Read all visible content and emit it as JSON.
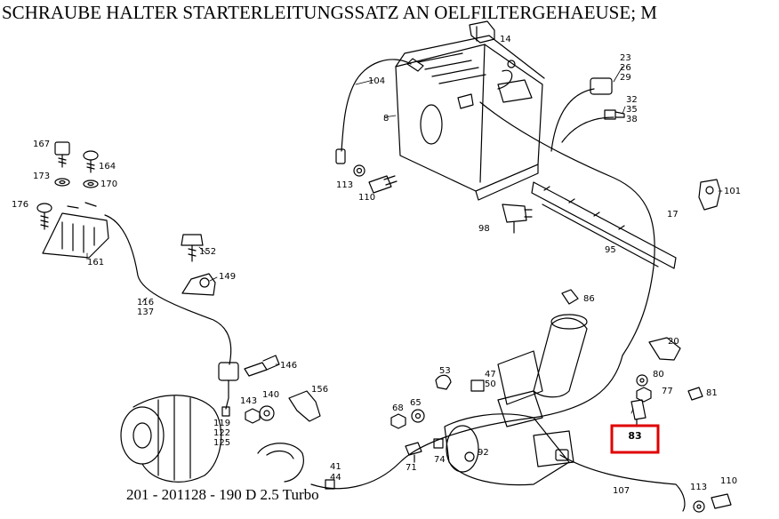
{
  "title": "SCHRAUBE HALTER STARTERLEITUNGSSATZ AN OELFILTERGEHAEUSE; M",
  "caption": "201 - 201128 - 190 D 2.5 Turbo",
  "highlight_color": "#e00000",
  "highlighted_part": "83",
  "parts": [
    {
      "id": "14",
      "text": "14"
    },
    {
      "id": "104",
      "text": "104"
    },
    {
      "id": "8",
      "text": "8"
    },
    {
      "id": "23",
      "text": "23"
    },
    {
      "id": "26",
      "text": "26"
    },
    {
      "id": "29",
      "text": "29"
    },
    {
      "id": "32",
      "text": "32"
    },
    {
      "id": "35",
      "text": "35"
    },
    {
      "id": "38",
      "text": "38"
    },
    {
      "id": "167",
      "text": "167"
    },
    {
      "id": "164",
      "text": "164"
    },
    {
      "id": "173",
      "text": "173"
    },
    {
      "id": "170",
      "text": "170"
    },
    {
      "id": "176",
      "text": "176"
    },
    {
      "id": "113a",
      "text": "113"
    },
    {
      "id": "110a",
      "text": "110"
    },
    {
      "id": "101",
      "text": "101"
    },
    {
      "id": "17",
      "text": "17"
    },
    {
      "id": "98",
      "text": "98"
    },
    {
      "id": "95",
      "text": "95"
    },
    {
      "id": "161",
      "text": "161"
    },
    {
      "id": "152",
      "text": "152"
    },
    {
      "id": "149",
      "text": "149"
    },
    {
      "id": "116",
      "text": "116"
    },
    {
      "id": "137",
      "text": "137"
    },
    {
      "id": "86",
      "text": "86"
    },
    {
      "id": "20",
      "text": "20"
    },
    {
      "id": "146",
      "text": "146"
    },
    {
      "id": "80",
      "text": "80"
    },
    {
      "id": "77",
      "text": "77"
    },
    {
      "id": "81",
      "text": "81"
    },
    {
      "id": "53",
      "text": "53"
    },
    {
      "id": "47",
      "text": "47"
    },
    {
      "id": "50",
      "text": "50"
    },
    {
      "id": "156",
      "text": "156"
    },
    {
      "id": "143",
      "text": "143"
    },
    {
      "id": "140",
      "text": "140"
    },
    {
      "id": "68",
      "text": "68"
    },
    {
      "id": "65",
      "text": "65"
    },
    {
      "id": "119",
      "text": "119"
    },
    {
      "id": "122",
      "text": "122"
    },
    {
      "id": "125",
      "text": "125"
    },
    {
      "id": "83",
      "text": "83"
    },
    {
      "id": "71",
      "text": "71"
    },
    {
      "id": "74",
      "text": "74"
    },
    {
      "id": "92",
      "text": "92"
    },
    {
      "id": "41",
      "text": "41"
    },
    {
      "id": "44",
      "text": "44"
    },
    {
      "id": "107",
      "text": "107"
    },
    {
      "id": "113b",
      "text": "113"
    },
    {
      "id": "110b",
      "text": "110"
    }
  ]
}
